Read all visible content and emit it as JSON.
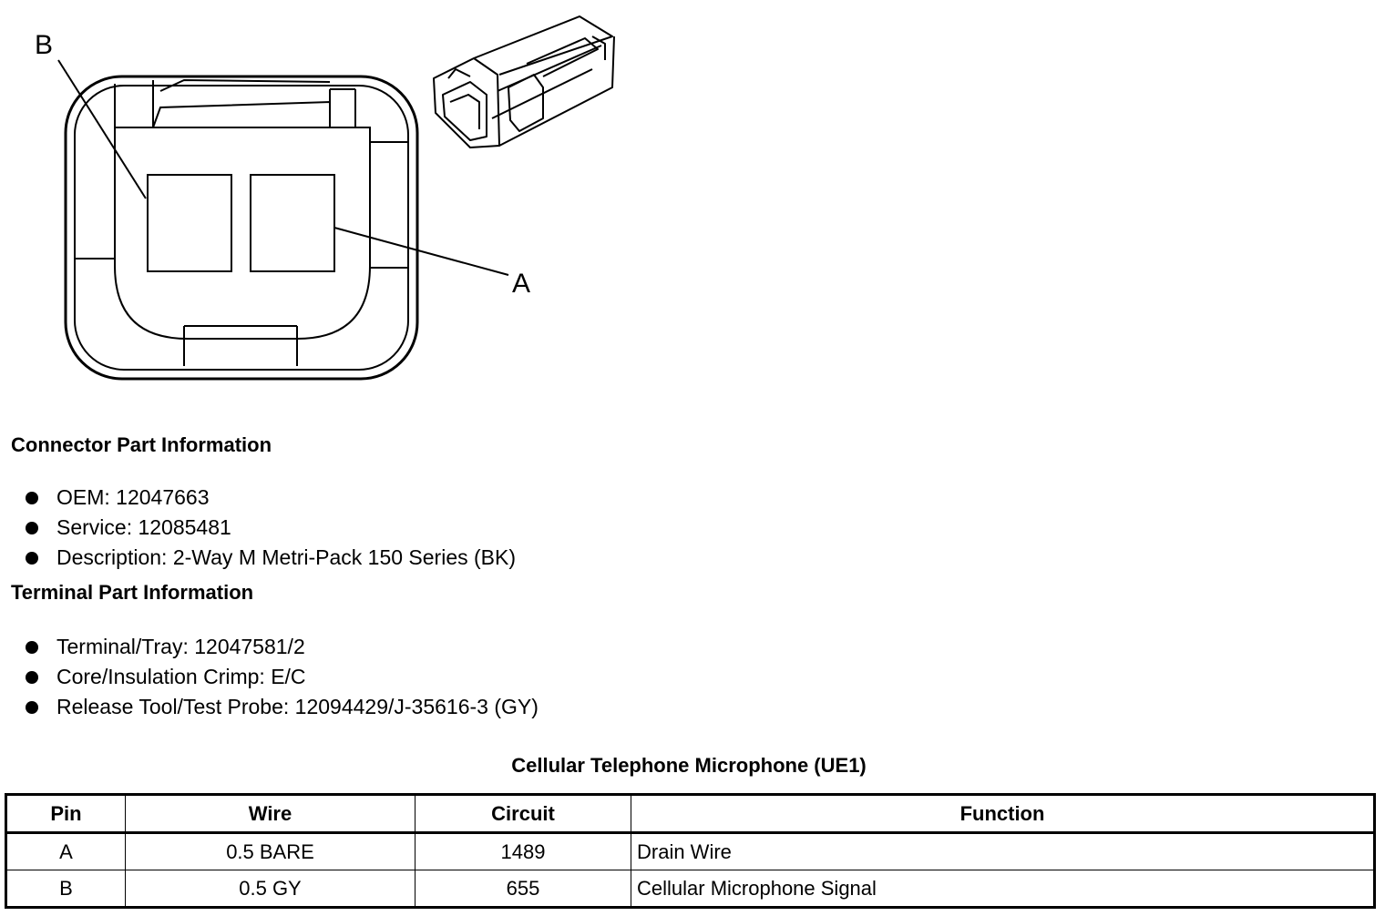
{
  "diagram": {
    "pin_labels": [
      "B",
      "A"
    ]
  },
  "connector_info": {
    "heading": "Connector Part Information",
    "items": [
      "OEM: 12047663",
      "Service: 12085481",
      "Description: 2-Way M Metri-Pack 150 Series (BK)"
    ]
  },
  "terminal_info": {
    "heading": "Terminal Part Information",
    "items": [
      "Terminal/Tray: 12047581/2",
      "Core/Insulation Crimp: E/C",
      "Release Tool/Test Probe: 12094429/J-35616-3 (GY)"
    ]
  },
  "pin_table": {
    "title": "Cellular Telephone Microphone (UE1)",
    "headers": [
      "Pin",
      "Wire",
      "Circuit",
      "Function"
    ],
    "rows": [
      [
        "A",
        "0.5 BARE",
        "1489",
        "Drain Wire"
      ],
      [
        "B",
        "0.5 GY",
        "655",
        "Cellular Microphone Signal"
      ]
    ]
  }
}
